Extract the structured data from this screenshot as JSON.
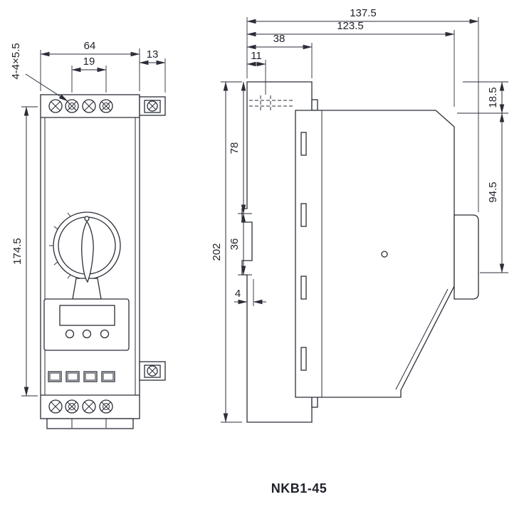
{
  "title": "NKB1-45",
  "front_view": {
    "dim_width": "64",
    "dim_hole_spacing": "19",
    "dim_bracket_width": "13",
    "dim_mounting_holes": "4-4×5.5",
    "dim_height": "174.5"
  },
  "side_view": {
    "dim_depth_total": "137.5",
    "dim_depth_body": "123.5",
    "dim_plate_depth": "38",
    "dim_terminal_offset": "11",
    "dim_height": "202",
    "dim_rail_top_offset": "78",
    "dim_rail_slot": "36",
    "dim_plate_thickness": "4",
    "dim_top_step": "18.5",
    "dim_rear_span": "94.5"
  }
}
